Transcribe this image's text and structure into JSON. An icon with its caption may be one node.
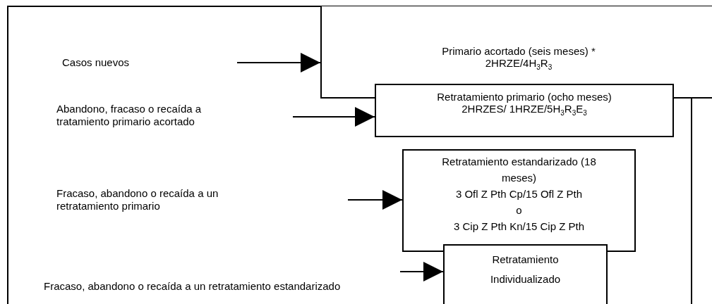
{
  "diagram": {
    "nodes": [
      {
        "text": [
          "Primario acortado (seis meses) *",
          "2HRZE/4H$_{3}$R$_{3}$"
        ]
      },
      {
        "text": [
          "Retratamiento primario (ocho meses)",
          "2HRZES/ 1HRZE/5H$_{3}$R$_{3}$E$_{3}$"
        ]
      },
      {
        "text": [
          "Retratamiento estandarizado (18 meses)",
          "3 Ofl Z Pth Cp/15 Ofl Z Pth",
          "o",
          "3 Cip Z Pth Kn/15 Cip Z Pth"
        ]
      },
      {
        "text": [
          "Retratamiento Individualizado"
        ]
      }
    ],
    "edges": [
      {
        "from": null,
        "to": 0,
        "arrow": "to"
      },
      {
        "from": null,
        "to": 1,
        "arrow": "to"
      },
      {
        "from": null,
        "to": 2,
        "arrow": "to"
      },
      {
        "from": null,
        "to": 3,
        "arrow": "to"
      }
    ],
    "labels": [
      "Casos nuevos",
      "Abandono, fracaso o recaída a tratamiento primario acortado",
      "Fracaso, abandono o recaída a un retratamiento primario",
      "Fracaso, abandono o recaída a un retratamiento estandarizado"
    ]
  }
}
